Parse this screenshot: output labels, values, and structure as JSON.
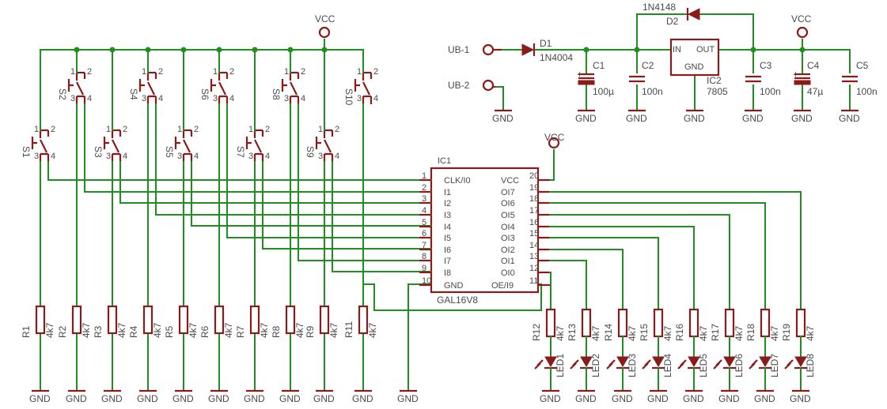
{
  "labels": {
    "vcc": "VCC",
    "gnd": "GND",
    "ub1": "UB-1",
    "ub2": "UB-2"
  },
  "switches": [
    {
      "name": "S1"
    },
    {
      "name": "S2"
    },
    {
      "name": "S3"
    },
    {
      "name": "S4"
    },
    {
      "name": "S5"
    },
    {
      "name": "S6"
    },
    {
      "name": "S7"
    },
    {
      "name": "S8"
    },
    {
      "name": "S9"
    },
    {
      "name": "S10"
    }
  ],
  "switch_pins": {
    "p1": "1",
    "p2": "2",
    "p3": "3",
    "p4": "4"
  },
  "pull_resistors": [
    {
      "name": "R1",
      "value": "4k7"
    },
    {
      "name": "R2",
      "value": "4k7"
    },
    {
      "name": "R3",
      "value": "4k7"
    },
    {
      "name": "R4",
      "value": "4k7"
    },
    {
      "name": "R5",
      "value": "4k7"
    },
    {
      "name": "R6",
      "value": "4k7"
    },
    {
      "name": "R7",
      "value": "4k7"
    },
    {
      "name": "R8",
      "value": "4k7"
    },
    {
      "name": "R9",
      "value": "4k7"
    },
    {
      "name": "R11",
      "value": "4k7"
    }
  ],
  "led_resistors": [
    {
      "name": "R12",
      "value": "4k7"
    },
    {
      "name": "R13",
      "value": "4k7"
    },
    {
      "name": "R14",
      "value": "4k7"
    },
    {
      "name": "R15",
      "value": "4k7"
    },
    {
      "name": "R16",
      "value": "4k7"
    },
    {
      "name": "R17",
      "value": "4k7"
    },
    {
      "name": "R18",
      "value": "4k7"
    },
    {
      "name": "R19",
      "value": "4k7"
    }
  ],
  "leds": [
    "LED1",
    "LED2",
    "LED3",
    "LED4",
    "LED5",
    "LED6",
    "LED7",
    "LED8"
  ],
  "ic1": {
    "ref": "IC1",
    "part": "GAL16V8",
    "left_pins": [
      {
        "num": "1",
        "name": "CLK/I0"
      },
      {
        "num": "2",
        "name": "I1"
      },
      {
        "num": "3",
        "name": "I2"
      },
      {
        "num": "4",
        "name": "I3"
      },
      {
        "num": "5",
        "name": "I4"
      },
      {
        "num": "6",
        "name": "I5"
      },
      {
        "num": "7",
        "name": "I6"
      },
      {
        "num": "8",
        "name": "I7"
      },
      {
        "num": "9",
        "name": "I8"
      },
      {
        "num": "10",
        "name": "GND"
      }
    ],
    "right_pins": [
      {
        "num": "20",
        "name": "VCC"
      },
      {
        "num": "19",
        "name": "OI7"
      },
      {
        "num": "18",
        "name": "OI6"
      },
      {
        "num": "17",
        "name": "OI5"
      },
      {
        "num": "16",
        "name": "OI4"
      },
      {
        "num": "15",
        "name": "OI3"
      },
      {
        "num": "14",
        "name": "OI2"
      },
      {
        "num": "13",
        "name": "OI1"
      },
      {
        "num": "12",
        "name": "OI0"
      },
      {
        "num": "11",
        "name": "OE/I9"
      }
    ]
  },
  "power": {
    "d1": {
      "ref": "D1",
      "part": "1N4004"
    },
    "d2": {
      "ref": "D2",
      "part": "1N4148"
    },
    "c1": {
      "ref": "C1",
      "value": "100µ"
    },
    "c2": {
      "ref": "C2",
      "value": "100n"
    },
    "ic2": {
      "ref": "IC2",
      "part": "7805",
      "in": "IN",
      "out": "OUT",
      "gnd": "GND"
    },
    "c3": {
      "ref": "C3",
      "value": "100n"
    },
    "c4": {
      "ref": "C4",
      "value": "47µ"
    },
    "c5": {
      "ref": "C5",
      "value": "100n"
    }
  },
  "colors": {
    "wire": "#1f8f1f",
    "component": "#8b1a1a",
    "text": "#4a4a4a"
  }
}
